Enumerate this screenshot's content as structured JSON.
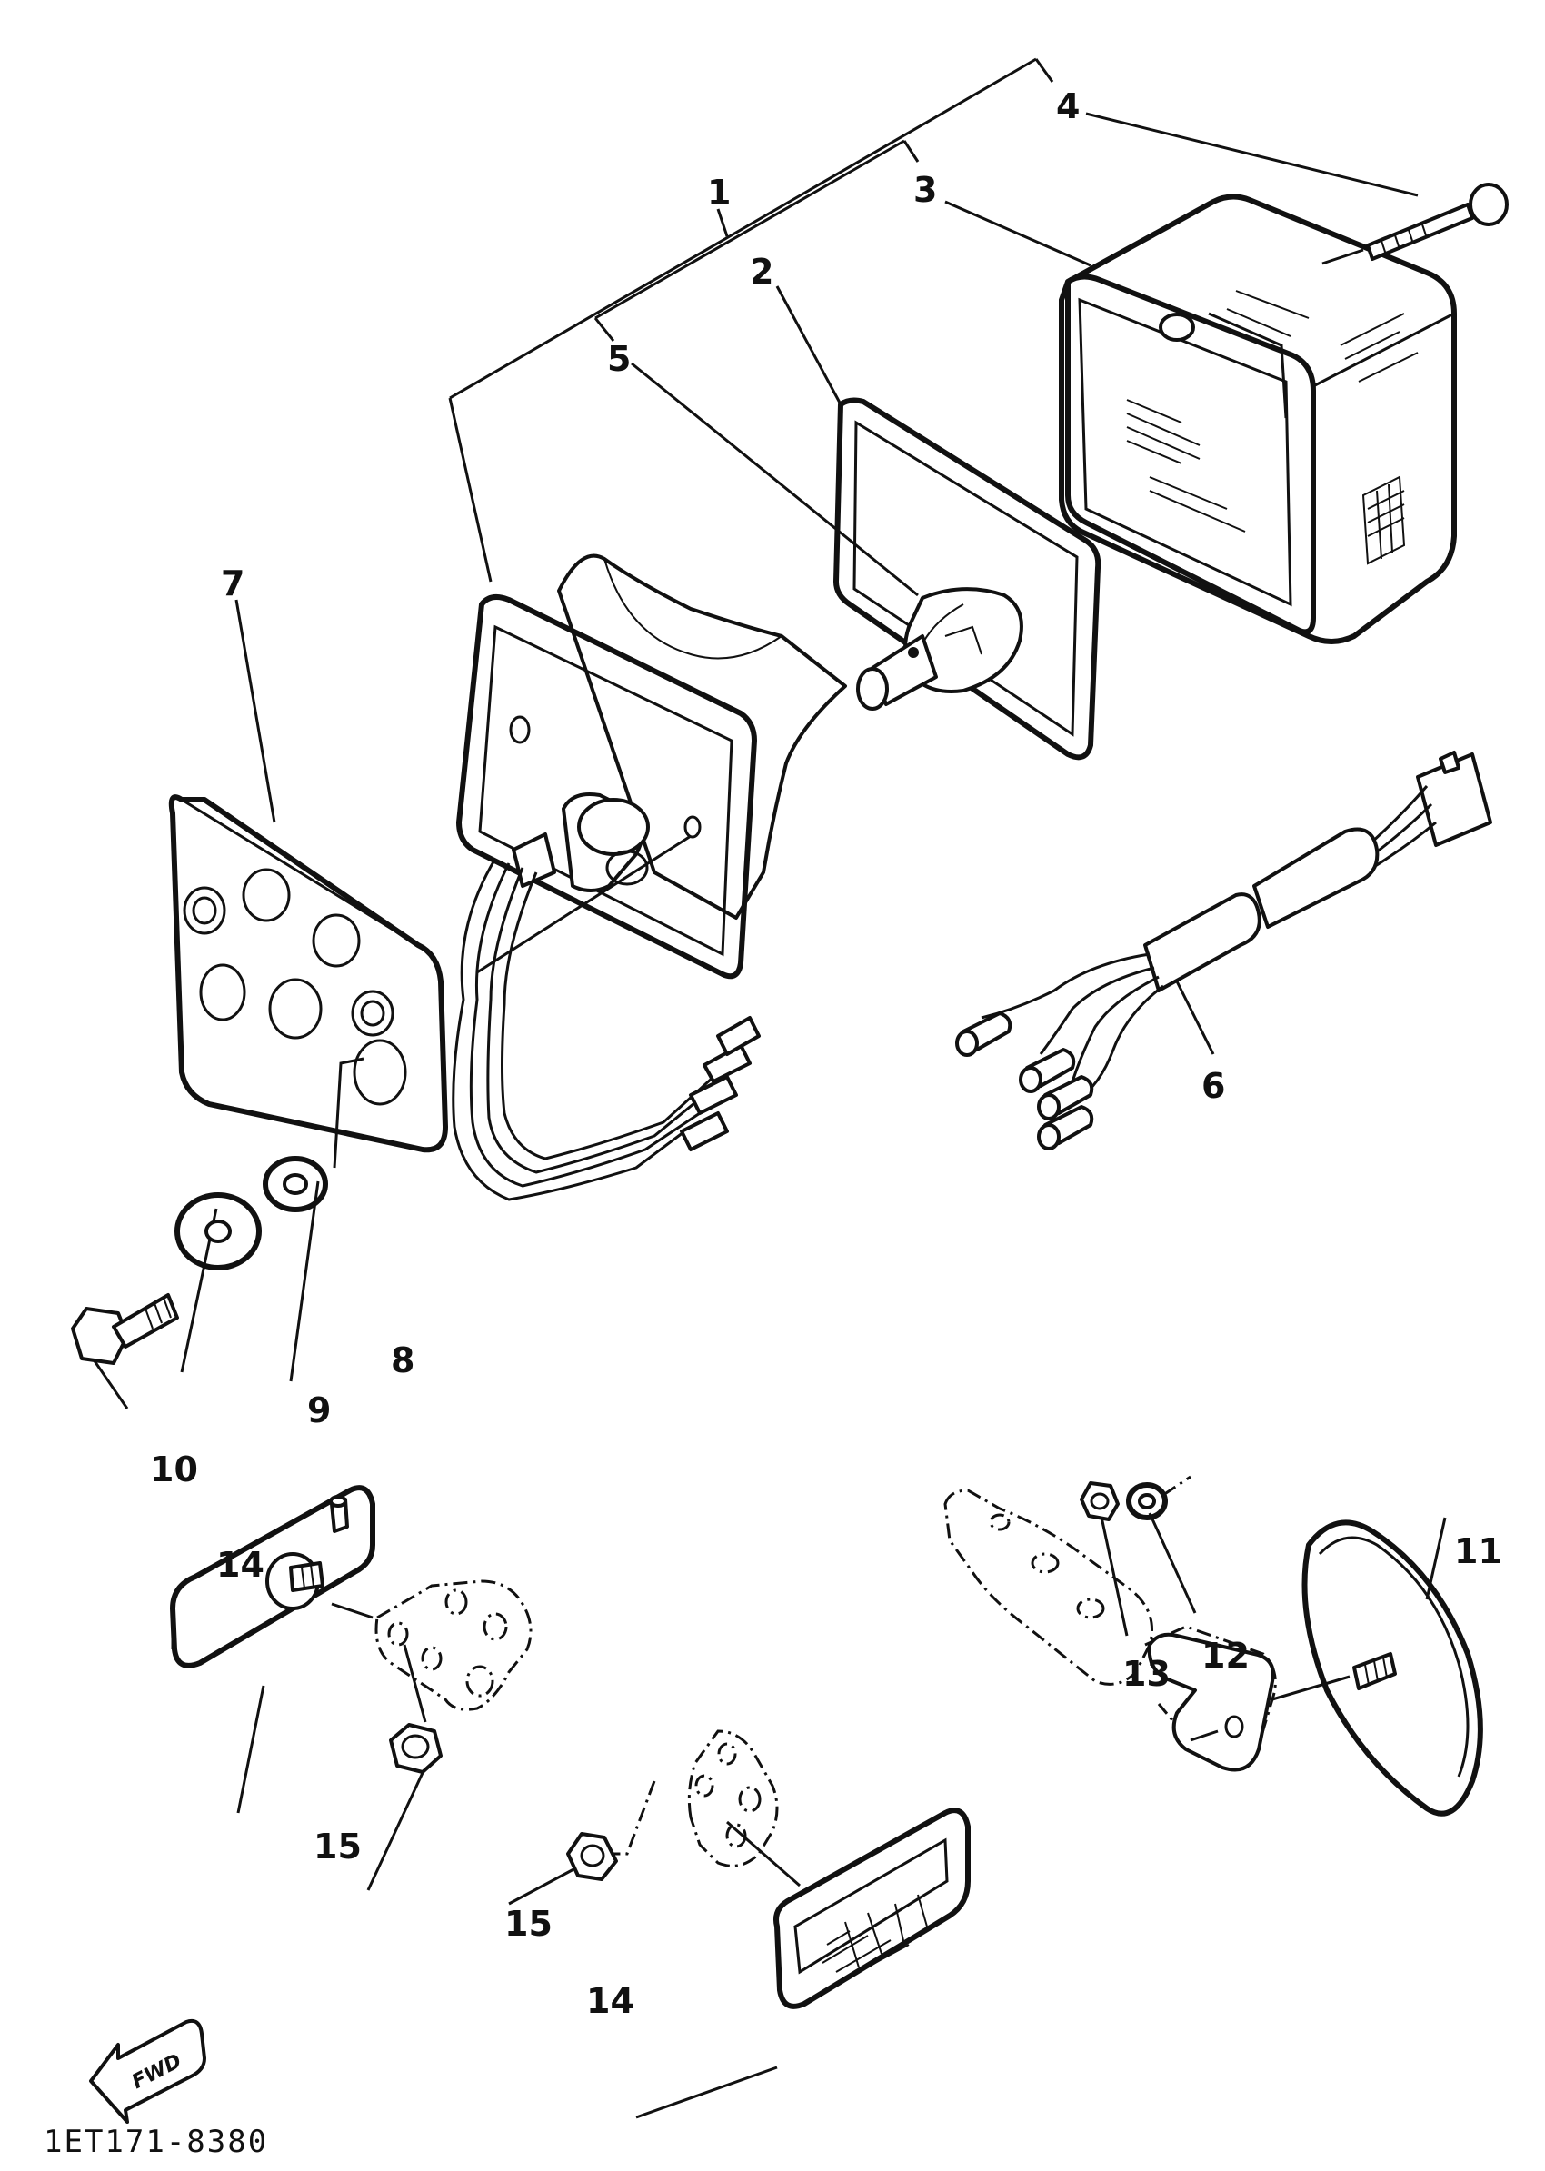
{
  "diagram": {
    "part_labels": [
      {
        "id": "p1",
        "text": "1"
      },
      {
        "id": "p2",
        "text": "2"
      },
      {
        "id": "p3",
        "text": "3"
      },
      {
        "id": "p4",
        "text": "4"
      },
      {
        "id": "p5",
        "text": "5"
      },
      {
        "id": "p6",
        "text": "6"
      },
      {
        "id": "p7",
        "text": "7"
      },
      {
        "id": "p8",
        "text": "8"
      },
      {
        "id": "p9",
        "text": "9"
      },
      {
        "id": "p10",
        "text": "10"
      },
      {
        "id": "p11",
        "text": "11"
      },
      {
        "id": "p12",
        "text": "12"
      },
      {
        "id": "p13",
        "text": "13"
      },
      {
        "id": "p14a",
        "text": "14"
      },
      {
        "id": "p14b",
        "text": "14"
      },
      {
        "id": "p15a",
        "text": "15"
      },
      {
        "id": "p15b",
        "text": "15"
      }
    ],
    "fwd_label": "FWD",
    "drawing_code": "1ET171-8380"
  }
}
